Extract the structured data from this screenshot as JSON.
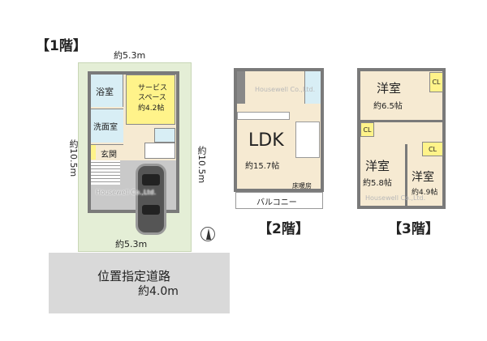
{
  "floor1": {
    "title": "【1階】",
    "width_top": "約5.3m",
    "width_bottom": "約5.3m",
    "depth_left": "約10.5m",
    "depth_right": "約10.5m",
    "rooms": {
      "bath": "浴室",
      "service_line1": "サービス",
      "service_line2": "スペース",
      "service_size": "約4.2帖",
      "washroom": "洗面室",
      "entrance": "玄関"
    },
    "watermark": "Housewell Co.,Ltd."
  },
  "road": {
    "name": "位置指定道路",
    "width": "約4.0m"
  },
  "floor2": {
    "title": "【2階】",
    "ldk": "LDK",
    "ldk_size": "約15.7帖",
    "floor_heating": "床暖房",
    "balcony": "バルコニー",
    "watermark": "Housewell Co.,Ltd."
  },
  "floor3": {
    "title": "【3階】",
    "room1": "洋室",
    "room1_size": "約6.5帖",
    "room2": "洋室",
    "room2_size": "約5.8帖",
    "room3": "洋室",
    "room3_size": "約4.9帖",
    "closet": "CL",
    "watermark": "Housewell Co.,Ltd."
  },
  "colors": {
    "lot": "#e4eed6",
    "service_space": "#fff38a",
    "wet_area": "#d8eef5",
    "garage": "#c9c9c9",
    "road": "#d9d9d9",
    "floor": "#f6ead2"
  },
  "compass": "north-arrow-icon"
}
